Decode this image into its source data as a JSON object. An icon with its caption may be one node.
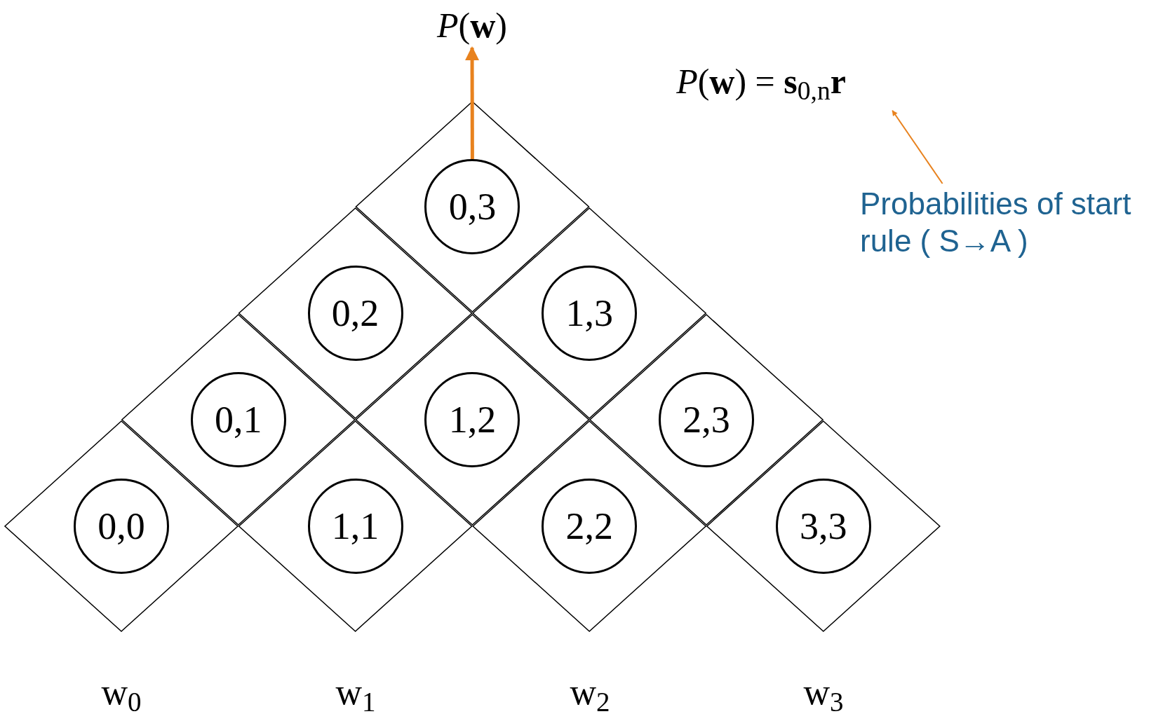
{
  "diagram": {
    "nodes": [
      {
        "text": [
          "*P*(**w**)"
        ]
      },
      {
        "text": [
          "*P*(**w**) = **s**$_{0,n}$**r**"
        ]
      },
      {
        "text": [
          "Probabilities of start rule ( S→A )"
        ]
      },
      {
        "text": [
          "0,3"
        ]
      },
      {
        "text": [
          "0,2"
        ]
      },
      {
        "text": [
          "1,3"
        ]
      },
      {
        "text": [
          "0,1"
        ]
      },
      {
        "text": [
          "1,2"
        ]
      },
      {
        "text": [
          "2,3"
        ]
      },
      {
        "text": [
          "0,0"
        ]
      },
      {
        "text": [
          "1,1"
        ]
      },
      {
        "text": [
          "2,2"
        ]
      },
      {
        "text": [
          "3,3"
        ]
      }
    ],
    "edges": [
      {
        "from": 3,
        "to": 0,
        "arrow": "to",
        "style": "thick",
        "color": "#e8821e"
      },
      {
        "from": 2,
        "to": 1,
        "arrow": "to",
        "color": "#e8821e"
      }
    ],
    "labels": [
      "w$_{0}$",
      "w$_{1}$",
      "w$_{2}$",
      "w$_{3}$"
    ]
  }
}
